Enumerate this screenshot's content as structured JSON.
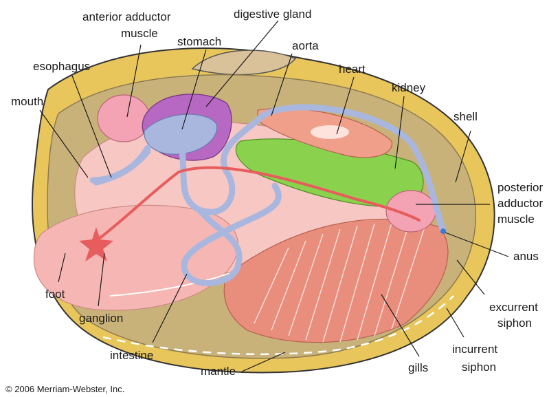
{
  "labels": {
    "anterior_adductor_line1": "anterior adductor",
    "anterior_adductor_line2": "muscle",
    "digestive_gland": "digestive gland",
    "stomach": "stomach",
    "aorta": "aorta",
    "esophagus": "esophagus",
    "heart": "heart",
    "kidney": "kidney",
    "mouth": "mouth",
    "shell": "shell",
    "posterior_adductor_line1": "posterior",
    "posterior_adductor_line2": "adductor",
    "posterior_adductor_line3": "muscle",
    "anus": "anus",
    "foot": "foot",
    "excurrent_siphon_line1": "excurrent",
    "excurrent_siphon_line2": "siphon",
    "ganglion": "ganglion",
    "incurrent_siphon_line1": "incurrent",
    "incurrent_siphon_line2": "siphon",
    "intestine": "intestine",
    "mantle": "mantle",
    "gills": "gills"
  },
  "copyright": "© 2006 Merriam-Webster, Inc.",
  "colors": {
    "shell": "#e8c65c",
    "mantle": "#c9b27a",
    "body": "#f7c7c4",
    "foot": "#f6b7b4",
    "gills": "#e98d7c",
    "intestine": "#a9b7df",
    "digestive_gland": "#b768c2",
    "kidney": "#8ad24d",
    "heart": "#f0a08a",
    "nerve": "#e75d5d",
    "adductor": "#f3a3b3"
  }
}
